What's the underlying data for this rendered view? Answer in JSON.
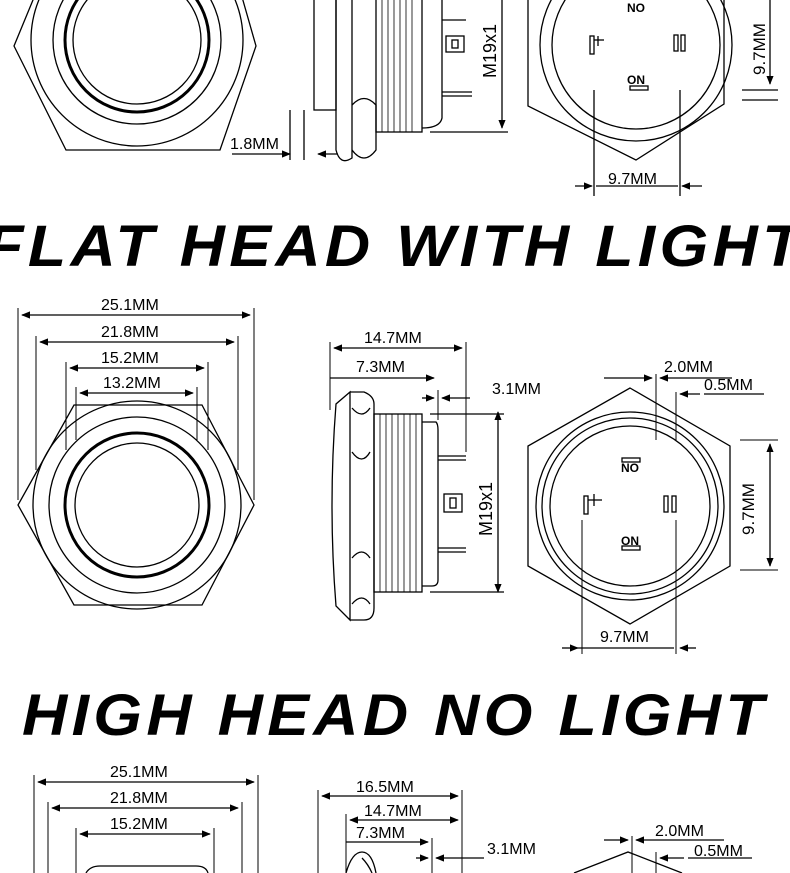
{
  "colors": {
    "line": "#000000",
    "background": "#ffffff"
  },
  "sections": {
    "top": {
      "thread_label": "M19x1",
      "lip_dim": "1.8MM",
      "terminal_no": "NO",
      "terminal_on": "ON",
      "pin_span_v": "9.7MM",
      "pin_span_h": "9.7MM"
    },
    "flat_head": {
      "title": "FLAT HEAD WITH LIGHT",
      "dims_front": [
        "25.1MM",
        "21.8MM",
        "15.2MM",
        "13.2MM"
      ],
      "dims_side": [
        "14.7MM",
        "7.3MM",
        "3.1MM"
      ],
      "thread_label": "M19x1",
      "dims_back_top": [
        "2.0MM",
        "0.5MM"
      ],
      "terminal_no": "NO",
      "terminal_on": "ON",
      "pin_span_v": "9.7MM",
      "pin_span_h": "9.7MM"
    },
    "high_head": {
      "title": "HIGH HEAD NO LIGHT",
      "dims_front": [
        "25.1MM",
        "21.8MM",
        "15.2MM"
      ],
      "dims_side": [
        "16.5MM",
        "14.7MM",
        "7.3MM",
        "3.1MM"
      ],
      "dims_back_top": [
        "2.0MM",
        "0.5MM"
      ]
    }
  }
}
